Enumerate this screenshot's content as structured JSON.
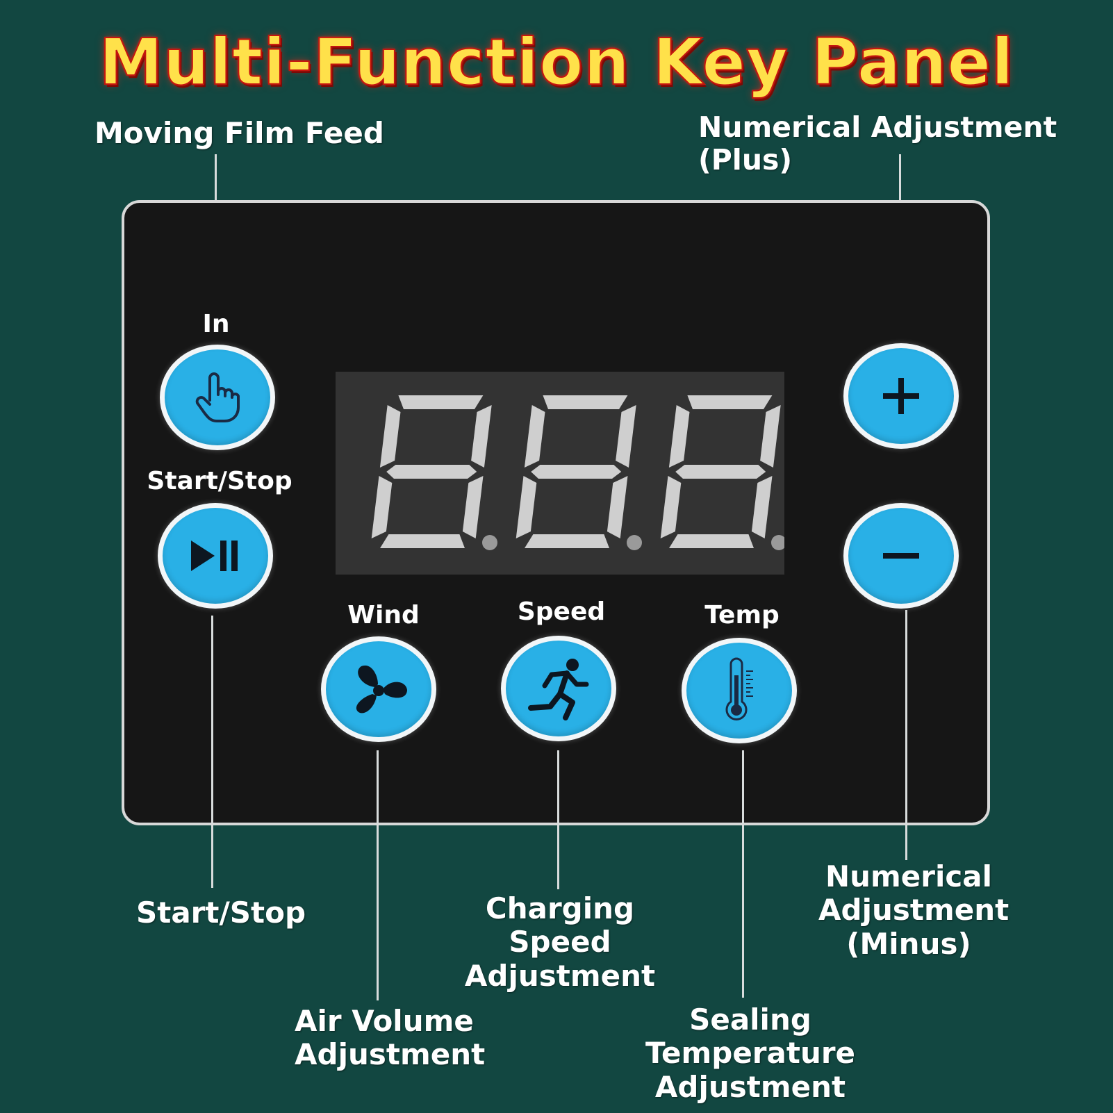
{
  "title": "Multi-Function Key Panel",
  "annotations": {
    "moving_film_feed": "Moving Film Feed",
    "numerical_plus": "Numerical Adjustment (Plus)",
    "start_stop": "Start/Stop",
    "charging_speed": [
      "Charging Speed",
      "Adjustment"
    ],
    "numerical_minus": [
      "Numerical",
      "Adjustment",
      "(Minus)"
    ],
    "air_volume": [
      "Air Volume",
      "Adjustment"
    ],
    "sealing_temp": [
      "Sealing Temperature",
      "Adjustment"
    ]
  },
  "buttons": {
    "in": {
      "label": "In",
      "icon": "hand-pointer-icon"
    },
    "start_stop": {
      "label": "Start/Stop",
      "icon": "play-pause-icon"
    },
    "plus": {
      "icon": "plus-icon"
    },
    "minus": {
      "icon": "minus-icon"
    },
    "wind": {
      "label": "Wind",
      "icon": "fan-icon"
    },
    "speed": {
      "label": "Speed",
      "icon": "running-person-icon"
    },
    "temp": {
      "label": "Temp",
      "icon": "thermometer-icon"
    }
  },
  "display": {
    "digits": 3,
    "segment_color": "#cfcfcf",
    "background": "#333333"
  },
  "colors": {
    "background": "#124741",
    "panel": "#161616",
    "button": "#29b0e6",
    "title_fill": "#ffe14a",
    "title_outline": "#c4150e"
  }
}
